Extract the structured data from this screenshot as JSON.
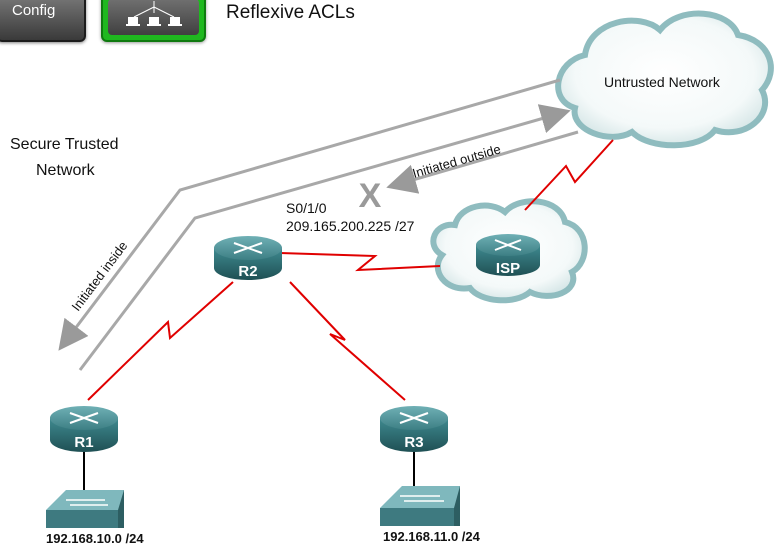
{
  "header": {
    "config_label": "Config",
    "title": "Reflexive ACLs"
  },
  "labels": {
    "secure_line1": "Secure Trusted",
    "secure_line2": "Network",
    "untrusted": "Untrusted Network",
    "initiated_outside": "Initiated outside",
    "initiated_inside": "Initiated inside",
    "iface": "S0/1/0",
    "iface_ip": "209.165.200.225 /27",
    "lan1": "192.168.10.0 /24",
    "lan2": "192.168.11.0 /24",
    "blocked_mark": "X"
  },
  "routers": {
    "r1": "R1",
    "r2": "R2",
    "r3": "R3",
    "isp": "ISP"
  },
  "colors": {
    "link": "#e00000",
    "arrow": "#9a9a9a",
    "router": "#2f6f74",
    "switch": "#5a9aa0",
    "cloud_edge": "#8fbcbf"
  }
}
